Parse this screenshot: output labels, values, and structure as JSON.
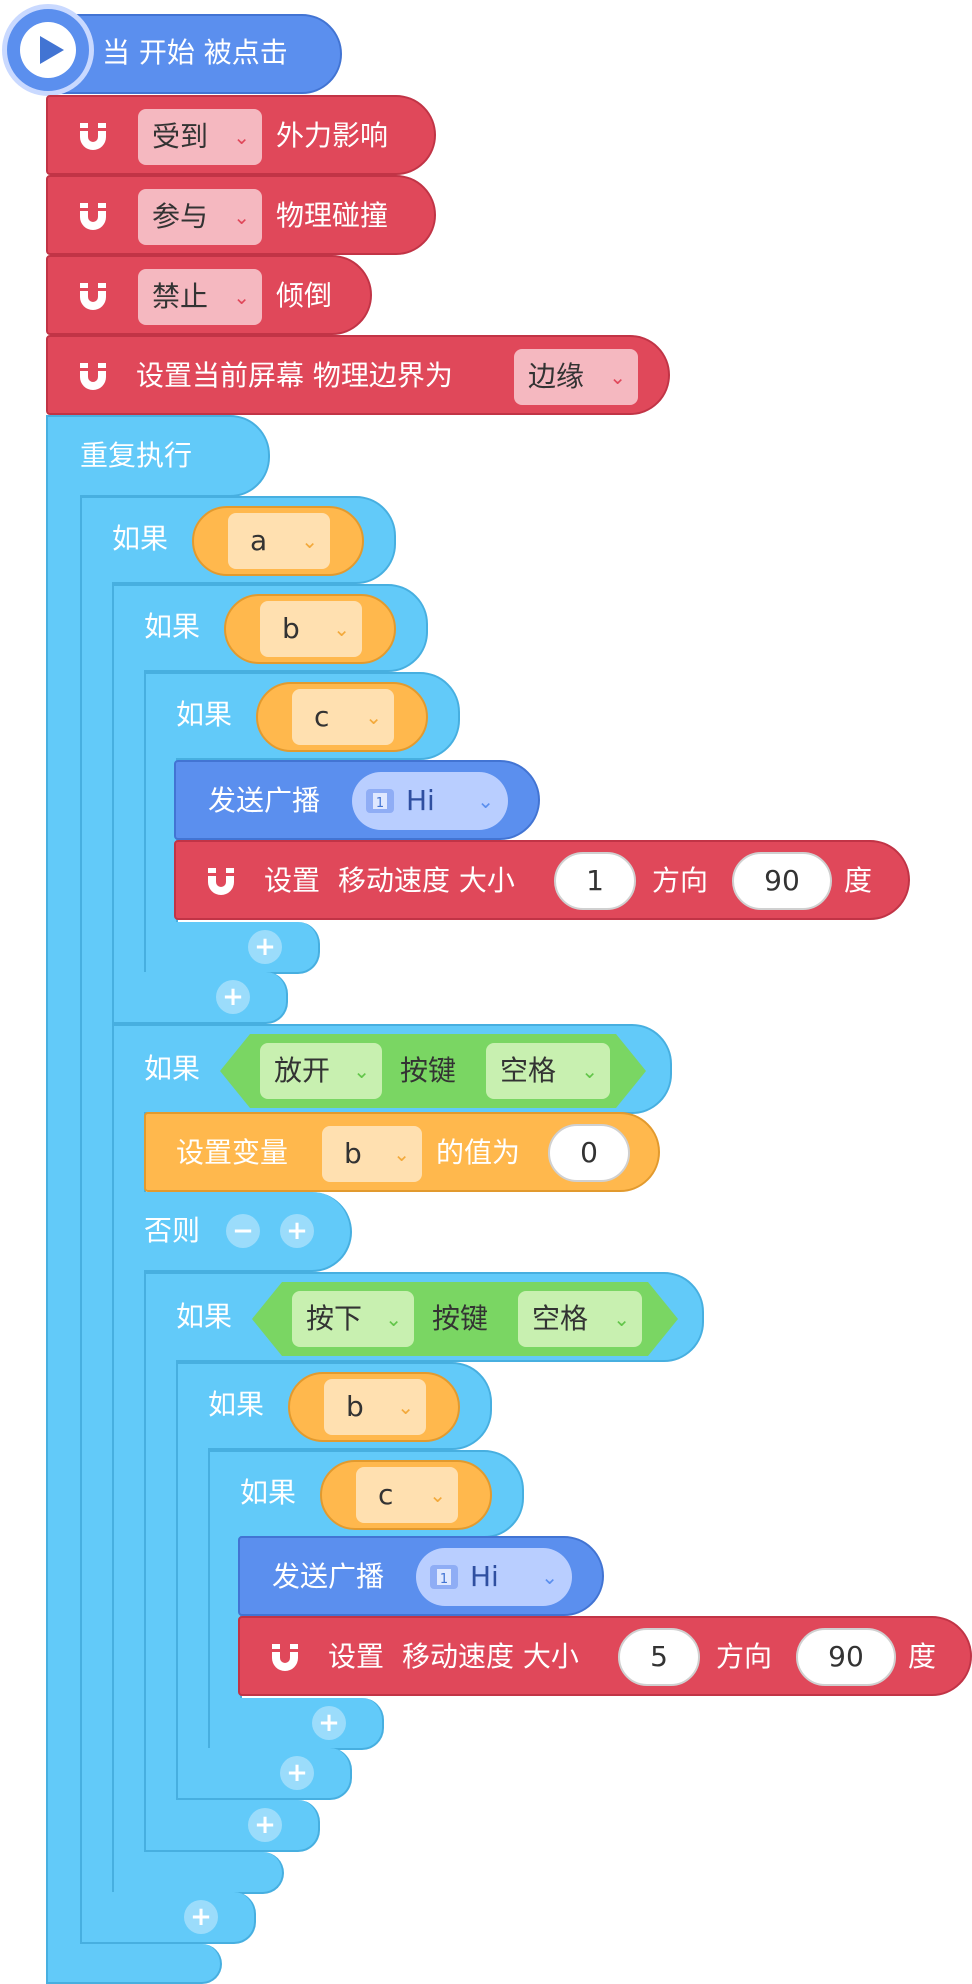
{
  "hat": {
    "label": "当 开始 被点击"
  },
  "physics": [
    {
      "option": "受到",
      "text": "外力影响"
    },
    {
      "option": "参与",
      "text": "物理碰撞"
    },
    {
      "option": "禁止",
      "text": "倾倒"
    }
  ],
  "boundary": {
    "text": "设置当前屏幕 物理边界为",
    "option": "边缘"
  },
  "loop": {
    "label": "重复执行"
  },
  "if_label": "如果",
  "else_label": "否则",
  "vars": {
    "a": "a",
    "b": "b",
    "c": "c"
  },
  "broadcast": {
    "label": "发送广播",
    "message": "Hi",
    "badge": "1"
  },
  "speed_block": {
    "set": "设置",
    "label": "移动速度 大小",
    "dir": "方向",
    "unit": "度"
  },
  "speed1": {
    "size": "1",
    "angle": "90"
  },
  "speed2": {
    "size": "5",
    "angle": "90"
  },
  "key1": {
    "action": "放开",
    "label": "按键",
    "key": "空格"
  },
  "key2": {
    "action": "按下",
    "label": "按键",
    "key": "空格"
  },
  "setvar": {
    "label": "设置变量",
    "var": "b",
    "of": "的值为",
    "value": "0"
  },
  "icons": {
    "plus": "+",
    "minus": "−",
    "chevron": "⌄"
  },
  "colors": {
    "control": "#62caf9",
    "physics": "#e0485a",
    "event": "#5b8fee",
    "variable": "#ffb84d",
    "sensing": "#7ad663"
  }
}
